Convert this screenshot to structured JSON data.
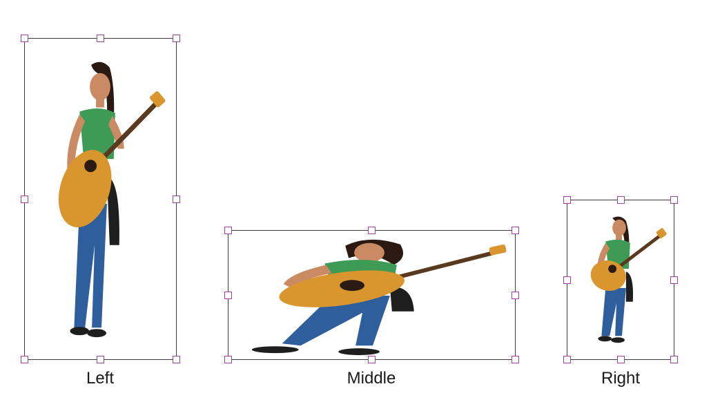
{
  "frames": [
    {
      "id": "left",
      "label": "Left"
    },
    {
      "id": "middle",
      "label": "Middle"
    },
    {
      "id": "right",
      "label": "Right"
    }
  ],
  "colors": {
    "frame_border": "#3a3a3a",
    "handle_border": "#a23ca6",
    "guitar_body": "#d9962f",
    "jeans": "#2f5e9c",
    "top": "#3e9b55",
    "skin": "#c98a64",
    "hair": "#2a1a12",
    "bag": "#1e1e1e"
  }
}
